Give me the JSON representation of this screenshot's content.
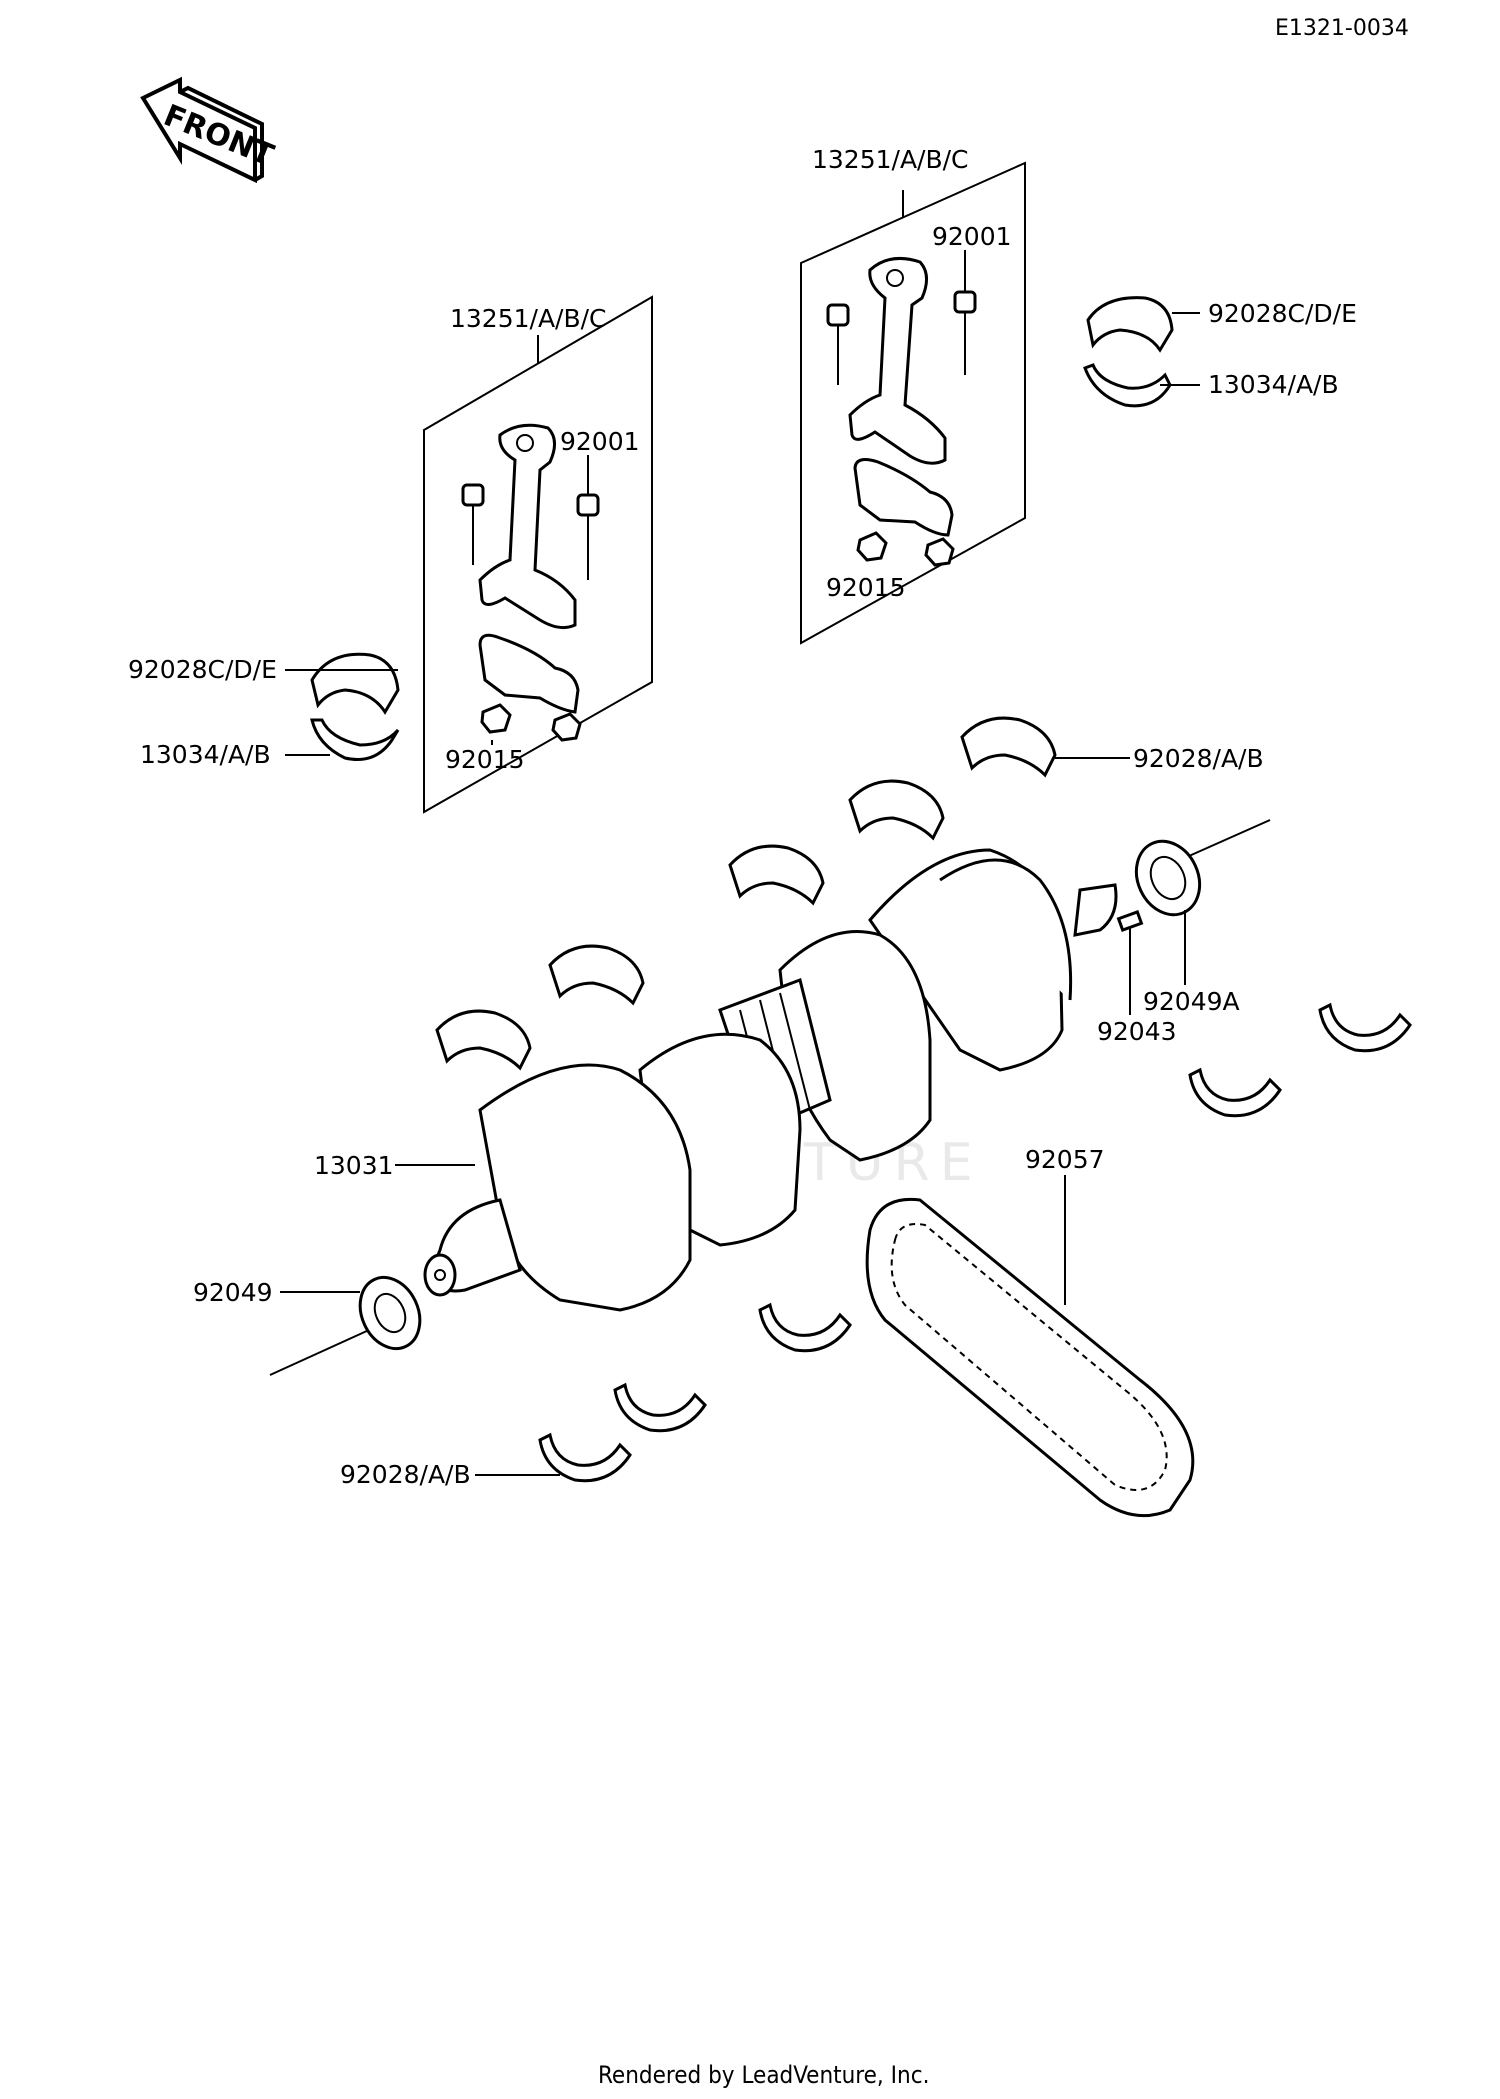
{
  "diagram_id": "E1321-0034",
  "front_label": "FRONT",
  "watermark": "LEADVENTURE",
  "footer": "Rendered by LeadVenture, Inc.",
  "callouts": {
    "conrod_set_left": "13251/A/B/C",
    "conrod_set_right": "13251/A/B/C",
    "bolt_left": "92001",
    "bolt_right": "92001",
    "nut_left": "92015",
    "nut_right": "92015",
    "bearing_upper_left": "92028C/D/E",
    "bearing_lower_left": "13034/A/B",
    "bearing_upper_right": "92028C/D/E",
    "bearing_lower_right": "13034/A/B",
    "main_bearing_top": "92028/A/B",
    "main_bearing_bottom": "92028/A/B",
    "crankshaft": "13031",
    "oil_seal_left": "92049",
    "oil_seal_right": "92049A",
    "key": "92043",
    "chain": "92057"
  }
}
